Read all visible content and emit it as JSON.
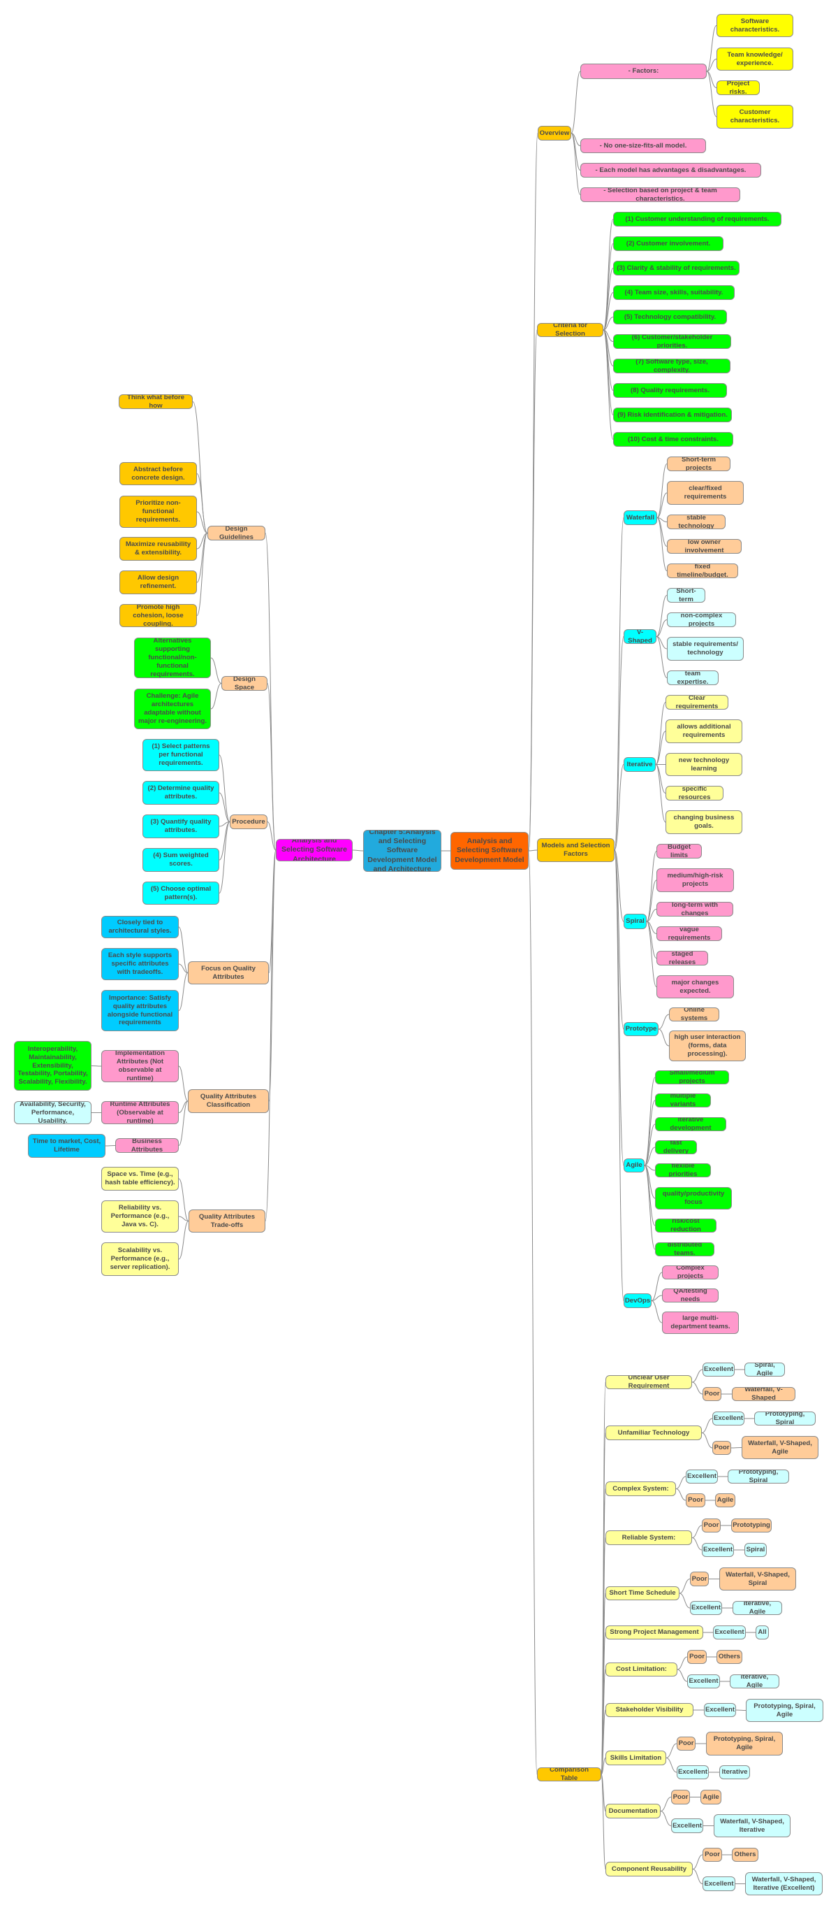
{
  "palette": {
    "root": "#22aadd",
    "model_branch": "#ff6600",
    "architecture_branch": "#ff00ff",
    "gold": "#ffc800",
    "pink": "#ff99cc",
    "yellow": "#ffff00",
    "green": "#00ff00",
    "cyan": "#00ffff",
    "light_orange": "#ffcc99",
    "light_cyan": "#ccffff",
    "light_yellow": "#ffff99",
    "sky_blue": "#00ccff",
    "line": "#8a8a8a",
    "text": "#4a4a4a"
  },
  "root": {
    "label": "Chapter 5:Analysis and Selecting Software Development Model and Architecture"
  },
  "right": {
    "label": "Analysis and Selecting Software Development Model",
    "children": [
      {
        "label": "Overview",
        "children": [
          {
            "label": "- Factors:",
            "children": [
              {
                "label": "Software characteristics."
              },
              {
                "label": "Team knowledge/ experience."
              },
              {
                "label": "Project risks."
              },
              {
                "label": "Customer characteristics."
              }
            ]
          },
          {
            "label": "- No one-size-fits-all model."
          },
          {
            "label": "- Each model has advantages & disadvantages."
          },
          {
            "label": "- Selection based on project & team characteristics."
          }
        ]
      },
      {
        "label": "Criteria for Selection",
        "children": [
          {
            "label": "(1) Customer understanding of requirements."
          },
          {
            "label": "(2) Customer involvement."
          },
          {
            "label": "(3) Clarity & stability of requirements."
          },
          {
            "label": "(4) Team size, skills, suitability."
          },
          {
            "label": "(5) Technology compatibility."
          },
          {
            "label": "(6) Customer/stakeholder priorities."
          },
          {
            "label": "(7) Software type, size, complexity."
          },
          {
            "label": "(8) Quality requirements."
          },
          {
            "label": "(9) Risk identification & mitigation."
          },
          {
            "label": "(10) Cost & time constraints."
          }
        ]
      },
      {
        "label": "Models and Selection Factors",
        "children": [
          {
            "label": "Waterfall",
            "children": [
              {
                "label": "Short-term projects"
              },
              {
                "label": "clear/fixed requirements"
              },
              {
                "label": "stable technology"
              },
              {
                "label": "low owner involvement"
              },
              {
                "label": "fixed timeline/budget."
              }
            ]
          },
          {
            "label": "V-Shaped",
            "children": [
              {
                "label": "Short-term"
              },
              {
                "label": "non-complex projects"
              },
              {
                "label": "stable requirements/ technology"
              },
              {
                "label": "team expertise."
              }
            ]
          },
          {
            "label": "Iterative",
            "children": [
              {
                "label": "Clear requirements"
              },
              {
                "label": "allows additional requirements"
              },
              {
                "label": "new technology learning"
              },
              {
                "label": "specific resources"
              },
              {
                "label": "changing business goals."
              }
            ]
          },
          {
            "label": "Spiral",
            "children": [
              {
                "label": "Budget limits"
              },
              {
                "label": "medium/high-risk projects"
              },
              {
                "label": "long-term with changes"
              },
              {
                "label": "vague requirements"
              },
              {
                "label": "staged releases"
              },
              {
                "label": "major changes expected."
              }
            ]
          },
          {
            "label": "Prototype",
            "children": [
              {
                "label": "Online systems"
              },
              {
                "label": "high user interaction (forms, data processing)."
              }
            ]
          },
          {
            "label": "Agile",
            "children": [
              {
                "label": "Small/medium projects"
              },
              {
                "label": "multiple variants"
              },
              {
                "label": "iterative development"
              },
              {
                "label": "fast delivery"
              },
              {
                "label": "flexible priorities"
              },
              {
                "label": "quality/productivity focus"
              },
              {
                "label": "risk/cost reduction"
              },
              {
                "label": "distributed teams."
              }
            ]
          },
          {
            "label": "DevOps",
            "children": [
              {
                "label": "Complex projects"
              },
              {
                "label": "QA/testing needs"
              },
              {
                "label": "large multi-department teams."
              }
            ]
          }
        ]
      },
      {
        "label": "Comparison Table",
        "children": [
          {
            "label": "Unclear User Requirement",
            "children": [
              {
                "label": "Excellent",
                "children": [
                  {
                    "label": "Spiral, Agile"
                  }
                ]
              },
              {
                "label": "Poor",
                "children": [
                  {
                    "label": "Waterfall, V-Shaped"
                  }
                ]
              }
            ]
          },
          {
            "label": "Unfamiliar Technology",
            "children": [
              {
                "label": "Excellent",
                "children": [
                  {
                    "label": "Prototyping, Spiral"
                  }
                ]
              },
              {
                "label": "Poor",
                "children": [
                  {
                    "label": "Waterfall, V-Shaped, Agile"
                  }
                ]
              }
            ]
          },
          {
            "label": "Complex System:",
            "children": [
              {
                "label": "Excellent",
                "children": [
                  {
                    "label": "Prototyping, Spiral"
                  }
                ]
              },
              {
                "label": "Poor",
                "children": [
                  {
                    "label": "Agile"
                  }
                ]
              }
            ]
          },
          {
            "label": "Reliable System:",
            "children": [
              {
                "label": "Poor",
                "children": [
                  {
                    "label": "Prototyping"
                  }
                ]
              },
              {
                "label": "Excellent",
                "children": [
                  {
                    "label": "Spiral"
                  }
                ]
              }
            ]
          },
          {
            "label": "Short Time Schedule",
            "children": [
              {
                "label": "Poor",
                "children": [
                  {
                    "label": "Waterfall, V-Shaped, Spiral"
                  }
                ]
              },
              {
                "label": "Excellent",
                "children": [
                  {
                    "label": "Iterative, Agile"
                  }
                ]
              }
            ]
          },
          {
            "label": "Strong Project Management",
            "children": [
              {
                "label": "Excellent",
                "children": [
                  {
                    "label": "All"
                  }
                ]
              }
            ]
          },
          {
            "label": "Cost Limitation:",
            "children": [
              {
                "label": "Poor",
                "children": [
                  {
                    "label": "Others"
                  }
                ]
              },
              {
                "label": "Excellent",
                "children": [
                  {
                    "label": "Iterative, Agile"
                  }
                ]
              }
            ]
          },
          {
            "label": "Stakeholder Visibility",
            "children": [
              {
                "label": "Excellent",
                "children": [
                  {
                    "label": "Prototyping, Spiral, Agile"
                  }
                ]
              }
            ]
          },
          {
            "label": "Skills Limitation",
            "children": [
              {
                "label": "Poor",
                "children": [
                  {
                    "label": "Prototyping, Spiral, Agile"
                  }
                ]
              },
              {
                "label": "Excellent",
                "children": [
                  {
                    "label": "Iterative"
                  }
                ]
              }
            ]
          },
          {
            "label": "Documentation",
            "children": [
              {
                "label": "Poor",
                "children": [
                  {
                    "label": "Agile"
                  }
                ]
              },
              {
                "label": "Excellent",
                "children": [
                  {
                    "label": "Waterfall, V-Shaped, Iterative"
                  }
                ]
              }
            ]
          },
          {
            "label": "Component Reusability",
            "children": [
              {
                "label": "Poor",
                "children": [
                  {
                    "label": "Others"
                  }
                ]
              },
              {
                "label": "Excellent",
                "children": [
                  {
                    "label": "Waterfall, V-Shaped, Iterative (Excellent)"
                  }
                ]
              }
            ]
          }
        ]
      }
    ]
  },
  "left": {
    "label": "Analysis and Selecting Software Architecture",
    "children": [
      {
        "label": "Design Guidelines",
        "children": [
          {
            "label": "Think what before how"
          },
          {
            "label": "Abstract before concrete design."
          },
          {
            "label": "Prioritize non-functional requirements."
          },
          {
            "label": "Maximize reusability & extensibility."
          },
          {
            "label": "Allow design refinement."
          },
          {
            "label": "Promote high cohesion, loose coupling."
          }
        ]
      },
      {
        "label": "Design Space",
        "children": [
          {
            "label": "Alternatives supporting functional/non-functional requirements."
          },
          {
            "label": "Challenge: Agile architectures adaptable without major re-engineering."
          }
        ]
      },
      {
        "label": "Procedure",
        "children": [
          {
            "label": "(1) Select patterns per functional requirements."
          },
          {
            "label": "(2) Determine quality attributes."
          },
          {
            "label": "(3) Quantify quality attributes."
          },
          {
            "label": "(4) Sum weighted scores."
          },
          {
            "label": "(5) Choose optimal pattern(s)."
          }
        ]
      },
      {
        "label": "Focus on Quality Attributes",
        "children": [
          {
            "label": "Closely tied to architectural styles."
          },
          {
            "label": "Each style supports specific attributes with tradeoffs."
          },
          {
            "label": "Importance: Satisfy quality attributes alongside functional requirements"
          }
        ]
      },
      {
        "label": "Quality Attributes Classification",
        "children": [
          {
            "label": "Implementation Attributes (Not observable at runtime)",
            "children": [
              {
                "label": "Interoperability, Maintainability, Extensibility, Testability, Portability, Scalability, Flexibility."
              }
            ]
          },
          {
            "label": "Runtime Attributes (Observable at runtime)",
            "children": [
              {
                "label": "Availability, Security, Performance, Usability."
              }
            ]
          },
          {
            "label": "Business Attributes",
            "children": [
              {
                "label": "Time to market, Cost, Lifetime"
              }
            ]
          }
        ]
      },
      {
        "label": "Quality Attributes Trade-offs",
        "children": [
          {
            "label": "Space vs. Time (e.g., hash table efficiency)."
          },
          {
            "label": "Reliability vs. Performance (e.g., Java vs. C)."
          },
          {
            "label": "Scalability vs. Performance (e.g., server replication)."
          }
        ]
      }
    ]
  }
}
